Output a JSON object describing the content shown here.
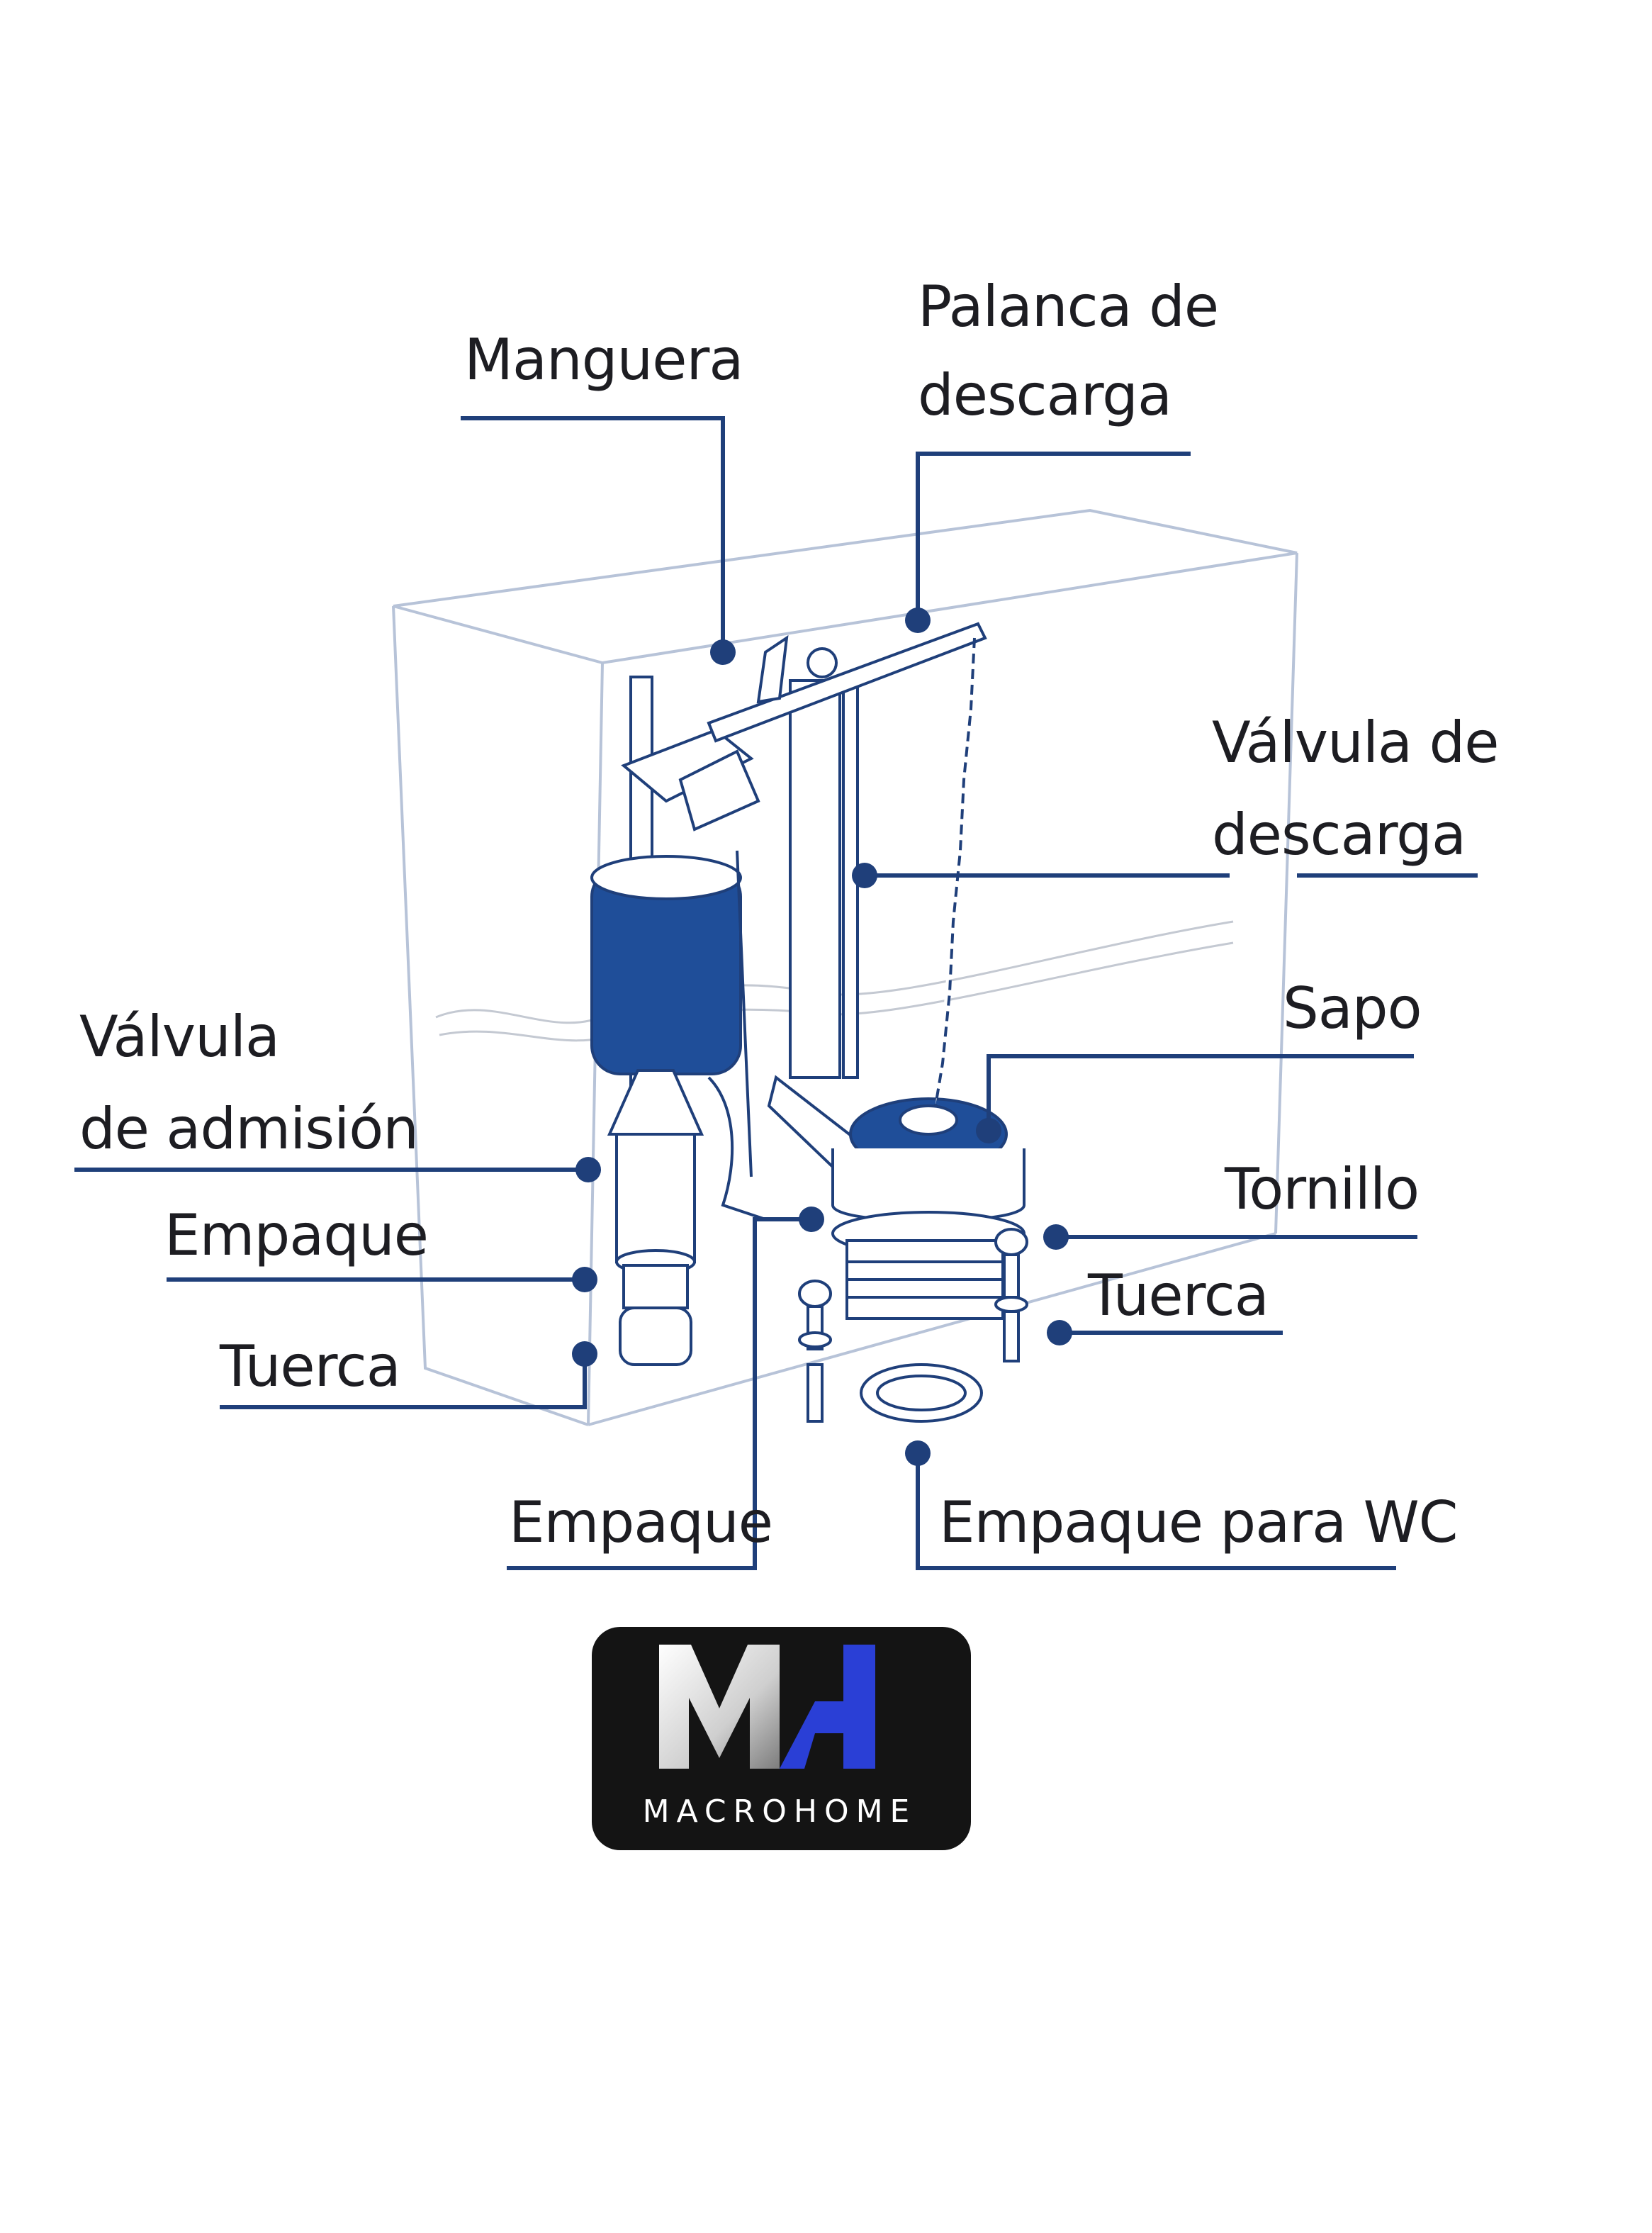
{
  "labels": {
    "manguera": "Manguera",
    "palanca_line1": "Palanca de",
    "palanca_line2": "descarga",
    "valvula_descarga_line1": "Válvula de",
    "valvula_descarga_line2": "descarga",
    "sapo": "Sapo",
    "valvula_admision_line1": "Válvula",
    "valvula_admision_line2": "de admisión",
    "empaque_left": "Empaque",
    "tuerca_left": "Tuerca",
    "tornillo": "Tornillo",
    "tuerca_right": "Tuerca",
    "empaque_bottom": "Empaque",
    "empaque_wc": "Empaque para WC"
  },
  "logo": {
    "monogram": "MH",
    "brand": "MACROHOME"
  },
  "colors": {
    "leader": "#1f3f7a",
    "accent_blue": "#1f4e99",
    "logo_blue": "#2a3fd6",
    "logo_bg": "#141414"
  }
}
